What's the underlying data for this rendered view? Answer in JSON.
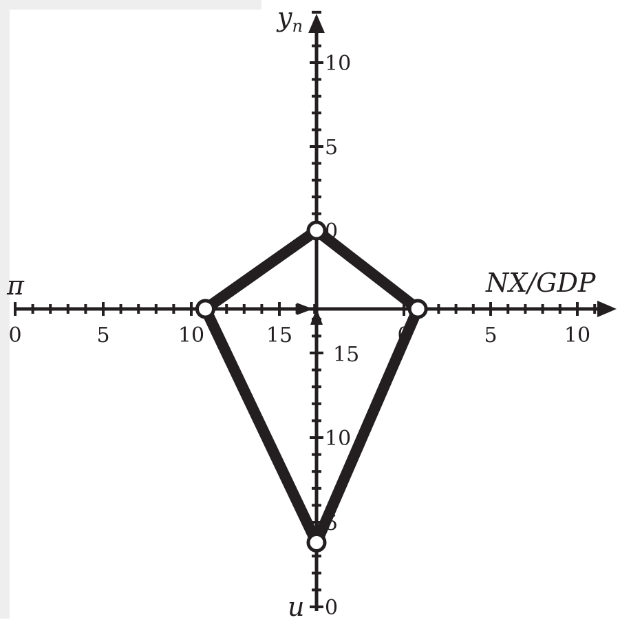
{
  "diagram": {
    "axes": {
      "left": {
        "title": "π",
        "tick_labels": [
          "0",
          "5",
          "10",
          "15"
        ],
        "minor_ticks_per_major": 5
      },
      "right": {
        "title": "NX/GDP",
        "tick_labels": [
          "0",
          "5",
          "10"
        ],
        "minor_ticks_per_major": 5
      },
      "top": {
        "title": "y_n",
        "tick_labels": [
          "0",
          "5",
          "10"
        ],
        "minor_ticks_per_major": 5
      },
      "bottom": {
        "title": "u",
        "tick_labels": [
          "15",
          "10",
          "5",
          "0"
        ],
        "minor_ticks_per_major": 5
      }
    },
    "shape": {
      "vertices": [
        {
          "axis": "top",
          "value": 0
        },
        {
          "axis": "right",
          "value": 0.8
        },
        {
          "axis": "bottom",
          "value": 3.8
        },
        {
          "axis": "left",
          "value": 10.8
        }
      ]
    },
    "colors": {
      "ink": "#231f20",
      "vertex_fill": "#ffffff",
      "background": "#ffffff"
    }
  }
}
